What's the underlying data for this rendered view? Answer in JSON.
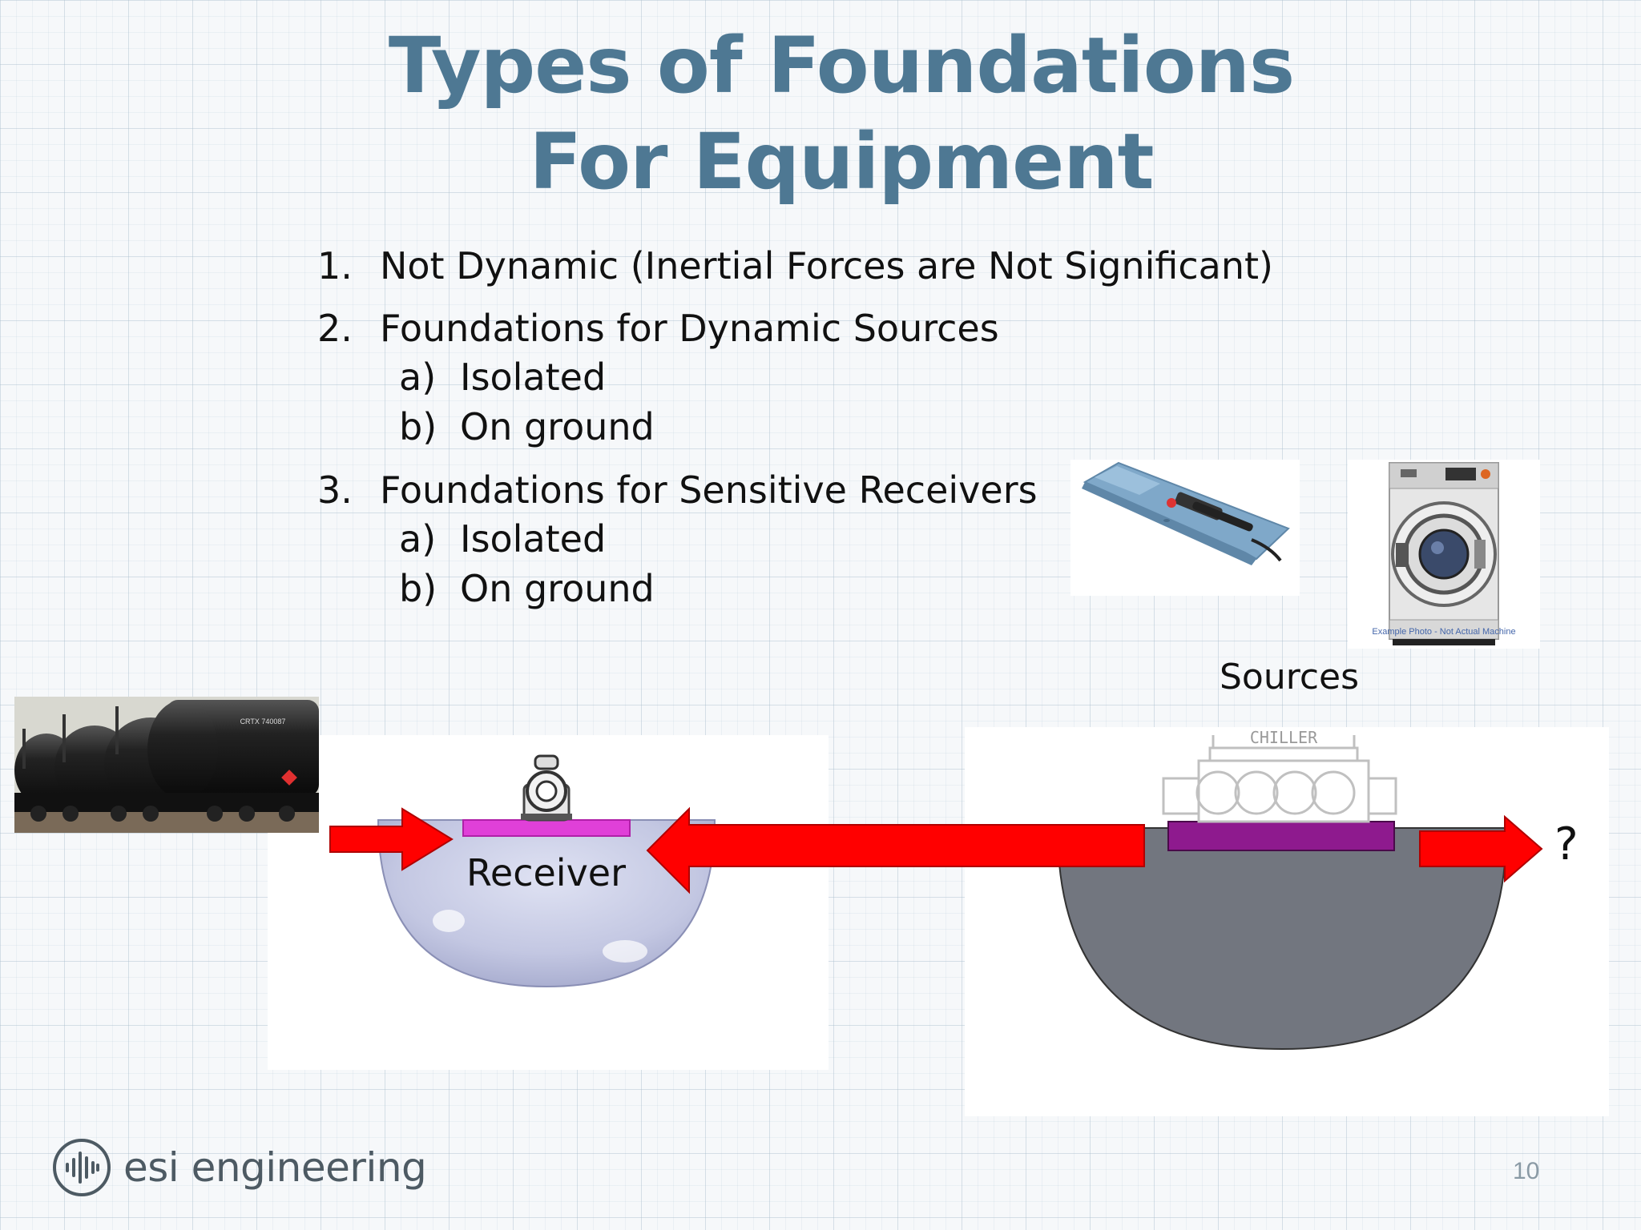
{
  "slide": {
    "title_line1": "Types of Foundations",
    "title_line2": "For Equipment",
    "list": [
      {
        "num": "1.",
        "text": "Not Dynamic (Inertial Forces are Not Significant)",
        "subs": []
      },
      {
        "num": "2.",
        "text": "Foundations for Dynamic Sources",
        "subs": [
          {
            "num": "a)",
            "text": "Isolated"
          },
          {
            "num": "b)",
            "text": "On ground"
          }
        ]
      },
      {
        "num": "3.",
        "text": "Foundations for Sensitive Receivers",
        "subs": [
          {
            "num": "a)",
            "text": "Isolated"
          },
          {
            "num": "b)",
            "text": "On ground"
          }
        ]
      }
    ],
    "diagram": {
      "receiver_label": "Receiver",
      "sources_label": "Sources",
      "question_mark": "?",
      "chiller_label": "CHILLER",
      "washer_caption": "Example Photo - Not Actual Machine",
      "railcar_marking": "CRTX 740087"
    },
    "logo_text": "esi engineering",
    "page_number": "10",
    "colors": {
      "title": "#4e7893",
      "arrow": "#ff0000",
      "receiver_pad": "#e040d8",
      "source_pad": "#8e1a8e",
      "source_foundation": "#72767f",
      "receiver_foundation": "#c5c9e4"
    }
  }
}
